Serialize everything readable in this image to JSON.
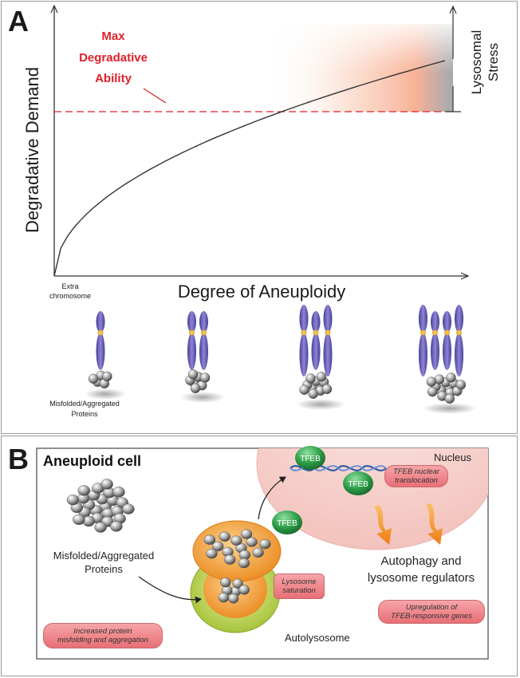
{
  "panel_a": {
    "letter": "A",
    "y_axis_label": "Degradative Demand",
    "x_axis_label": "Degree of Aneuploidy",
    "max_label_lines": [
      "Max",
      "Degradative",
      "Ability"
    ],
    "stress_label_lines": [
      "Lysosomal",
      "Stress"
    ],
    "extra_chromosome_lines": [
      "Extra",
      "chromosome"
    ],
    "misfolded_lines": [
      "Misfolded/Aggregated",
      "Proteins"
    ],
    "colors": {
      "threshold": "#e0202a",
      "chromosome": "#6b5fb3",
      "centromere": "#f2c14e",
      "stress_gradient": "#f7a98a"
    }
  },
  "panel_b": {
    "letter": "B",
    "cell_title": "Aneuploid cell",
    "nucleus_label": "Nucleus",
    "tfeb_label": "TFEB",
    "tfeb_translocation_lines": [
      "TFEB nuclear",
      "translocation"
    ],
    "lysosome_saturation_lines": [
      "Lysosome",
      "saturation"
    ],
    "misfolded_lines": [
      "Misfolded/Aggregated",
      "Proteins"
    ],
    "autolysosome_label": "Autolysosome",
    "regulators_lines": [
      "Autophagy and",
      "lysosome regulators"
    ],
    "upregulation_lines": [
      "Upregulation of",
      "TFEB-responsive genes"
    ],
    "increased_lines": [
      "Increased protein",
      "misfolding and aggregation"
    ],
    "colors": {
      "tfeb": "#2e9e48",
      "lysosome": "#f29a2e",
      "autophagosome": "#b5cf3a",
      "pill": "#ee7b82",
      "arrow": "#f08a1c"
    }
  }
}
